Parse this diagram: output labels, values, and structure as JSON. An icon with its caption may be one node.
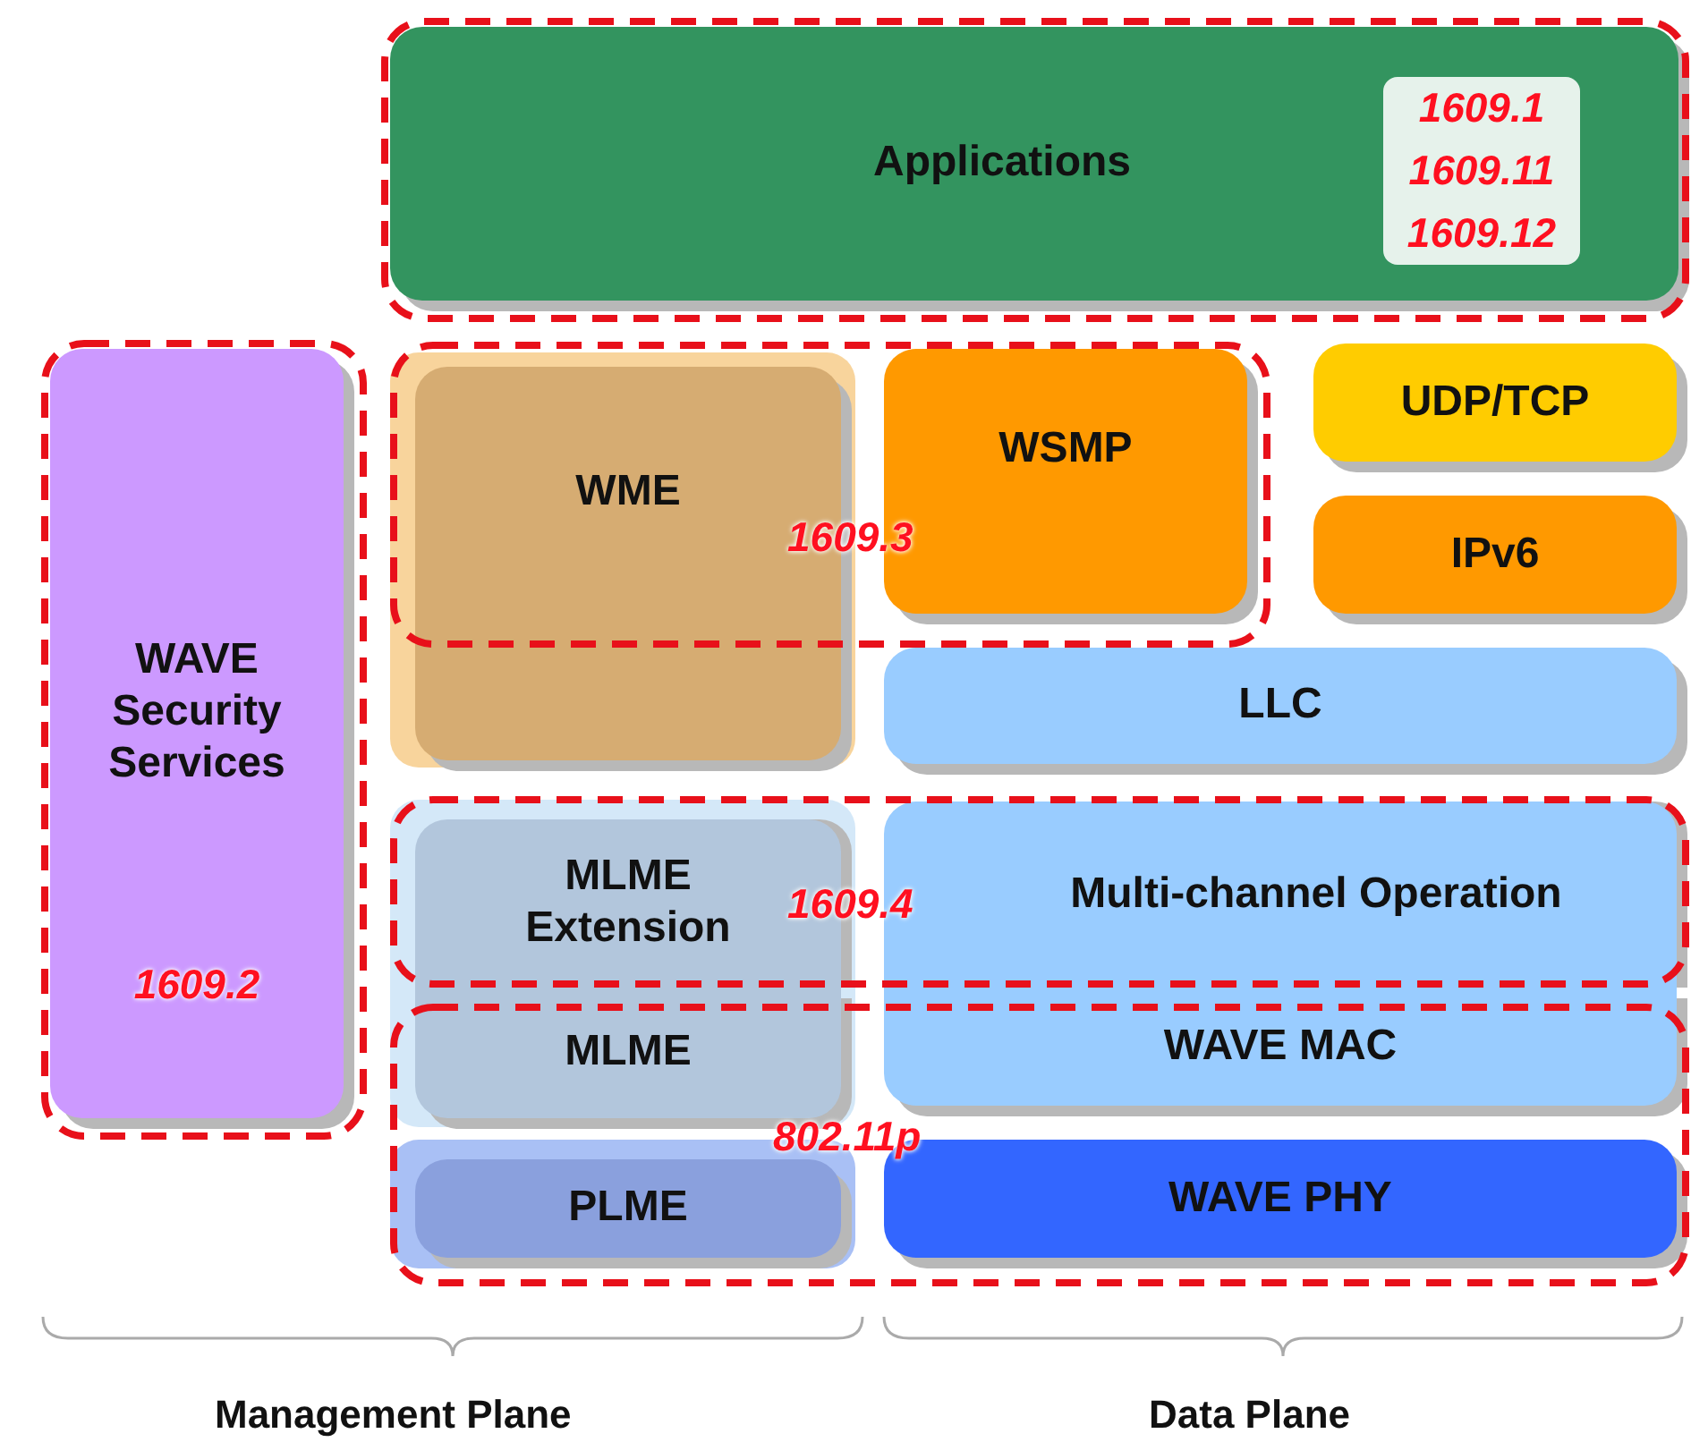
{
  "diagram": {
    "nodes": [
      {
        "text": [
          "Applications",
          "1609.1 1609.11 1609.12"
        ]
      },
      {
        "text": [
          "WAVE Security Services",
          "1609.2"
        ]
      },
      {
        "text": [
          "WME"
        ]
      },
      {
        "text": [
          "WSMP"
        ]
      },
      {
        "text": [
          "UDP/TCP"
        ]
      },
      {
        "text": [
          "IPv6"
        ]
      },
      {
        "text": [
          "LLC"
        ]
      },
      {
        "text": [
          "MLME Extension"
        ]
      },
      {
        "text": [
          "Multi-channel Operation"
        ]
      },
      {
        "text": [
          "MLME"
        ]
      },
      {
        "text": [
          "WAVE MAC"
        ]
      },
      {
        "text": [
          "PLME"
        ]
      },
      {
        "text": [
          "WAVE PHY"
        ]
      }
    ],
    "labels": [
      "1609.3",
      "1609.4",
      "802.11p",
      "Management Plane",
      "Data Plane"
    ]
  }
}
